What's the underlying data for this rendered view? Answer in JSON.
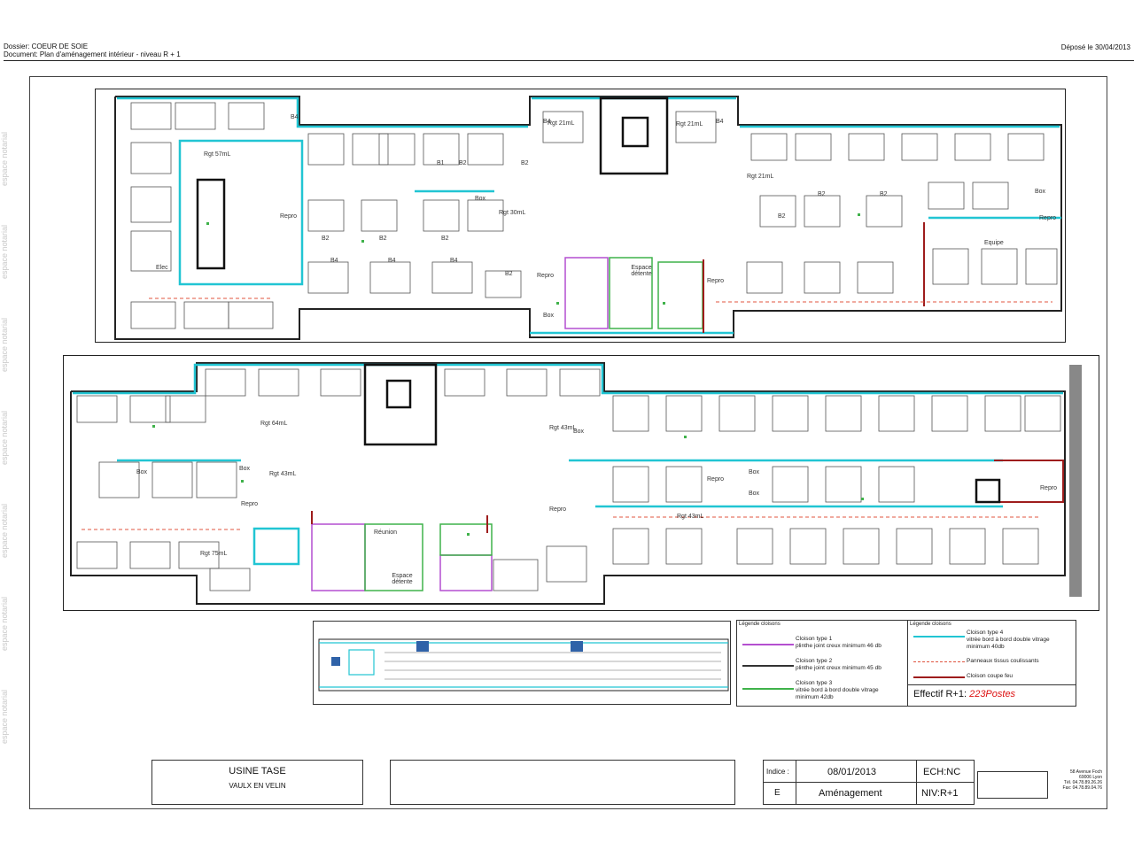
{
  "header": {
    "dossier": "Dossier: COEUR DE SOIE",
    "document": "Document: Plan d'aménagement intérieur - niveau R + 1",
    "depose": "Déposé le 30/04/2013"
  },
  "watermark": "espace notarial",
  "plan_top": {
    "labels": [
      "Rgt 57mL",
      "Rgt 21mL",
      "Rgt 21mL",
      "Rgt 21mL",
      "Rgt 30mL",
      "B1",
      "B2",
      "B2",
      "B2",
      "B2",
      "B2",
      "B2",
      "B2",
      "B2",
      "B4",
      "B4",
      "B4",
      "B4",
      "B4",
      "B4",
      "B2",
      "Box",
      "Box",
      "Box",
      "Repro",
      "Repro",
      "Repro",
      "Repro",
      "Espace détente",
      "Equipe",
      "Elec"
    ]
  },
  "plan_bottom": {
    "labels": [
      "Rgt 64mL",
      "Rgt 43mL",
      "Rgt 43mL",
      "Rgt 43mL",
      "Rgt 75mL",
      "Box",
      "Box",
      "Box",
      "Box",
      "Box",
      "Repro",
      "Repro",
      "Repro",
      "Repro",
      "Réunion",
      "Espace détente"
    ]
  },
  "legend": {
    "title_left": "Légende cloisons",
    "title_right": "Légende cloisons",
    "items": [
      {
        "color": "#b44fd0",
        "text": "Cloison type 1\nplinthe joint creux minimum 46 db"
      },
      {
        "color": "#333333",
        "text": "Cloison type 2\nplinthe joint creux minimum 45 db"
      },
      {
        "color": "#3fb24a",
        "text": "Cloison type 3\nvitrée bord à bord double vitrage\nminimum 42db"
      },
      {
        "color": "#21c5d3",
        "text": "Cloison type 4\nvitrée bord à bord double vitrage\nminimum 40db"
      },
      {
        "color": "#e0553f",
        "text": "Panneaux tissus coulissants",
        "dashed": true
      },
      {
        "color": "#9e1c1c",
        "text": "Cloison coupe feu"
      }
    ],
    "effectif_label": "Effectif R+1: ",
    "effectif_value": "223Postes"
  },
  "title_block": {
    "project": "USINE TASE",
    "location": "VAULX EN VELIN",
    "indice_label": "Indice :",
    "indice_value": "E",
    "date": "08/01/2013",
    "type": "Aménagement",
    "echelle": "ECH:NC",
    "niveau": "NIV:R+1",
    "address": [
      "58 Avenue Foch",
      "69006 Lyon",
      "Tél. 04.78.89.26.26",
      "Fax: 04.78.89.04.76"
    ]
  },
  "colors": {
    "partition_glass": "#21c5d3",
    "partition_1": "#b44fd0",
    "partition_3": "#3fb24a",
    "fire": "#9e1c1c",
    "furniture": "#555555",
    "effectif_value": "#dd1111"
  }
}
